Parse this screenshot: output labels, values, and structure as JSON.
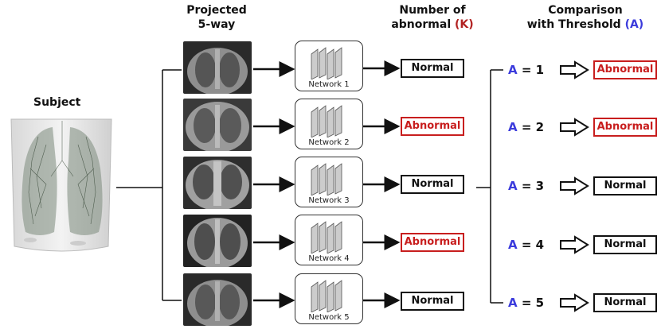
{
  "headers": {
    "projected_line1": "Projected",
    "projected_line2": "5-way",
    "number_line1": "Number of",
    "number_line2": "abnormal",
    "number_symbol": "(K)",
    "comparison_line1": "Comparison",
    "comparison_line2": "with Threshold",
    "comparison_symbol": "(A)"
  },
  "subject_label": "Subject",
  "colors": {
    "abnormal": "#c81e1e",
    "threshold": "#3b3bdc",
    "line": "#111111"
  },
  "networks": [
    {
      "label": "Network 1",
      "output": "Normal"
    },
    {
      "label": "Network 2",
      "output": "Abnormal"
    },
    {
      "label": "Network 3",
      "output": "Normal"
    },
    {
      "label": "Network 4",
      "output": "Abnormal"
    },
    {
      "label": "Network 5",
      "output": "Normal"
    }
  ],
  "comparisons": [
    {
      "symbol": "A",
      "value": "= 1",
      "result": "Abnormal"
    },
    {
      "symbol": "A",
      "value": "= 2",
      "result": "Abnormal"
    },
    {
      "symbol": "A",
      "value": "= 3",
      "result": "Normal"
    },
    {
      "symbol": "A",
      "value": "= 4",
      "result": "Normal"
    },
    {
      "symbol": "A",
      "value": "= 5",
      "result": "Normal"
    }
  ]
}
